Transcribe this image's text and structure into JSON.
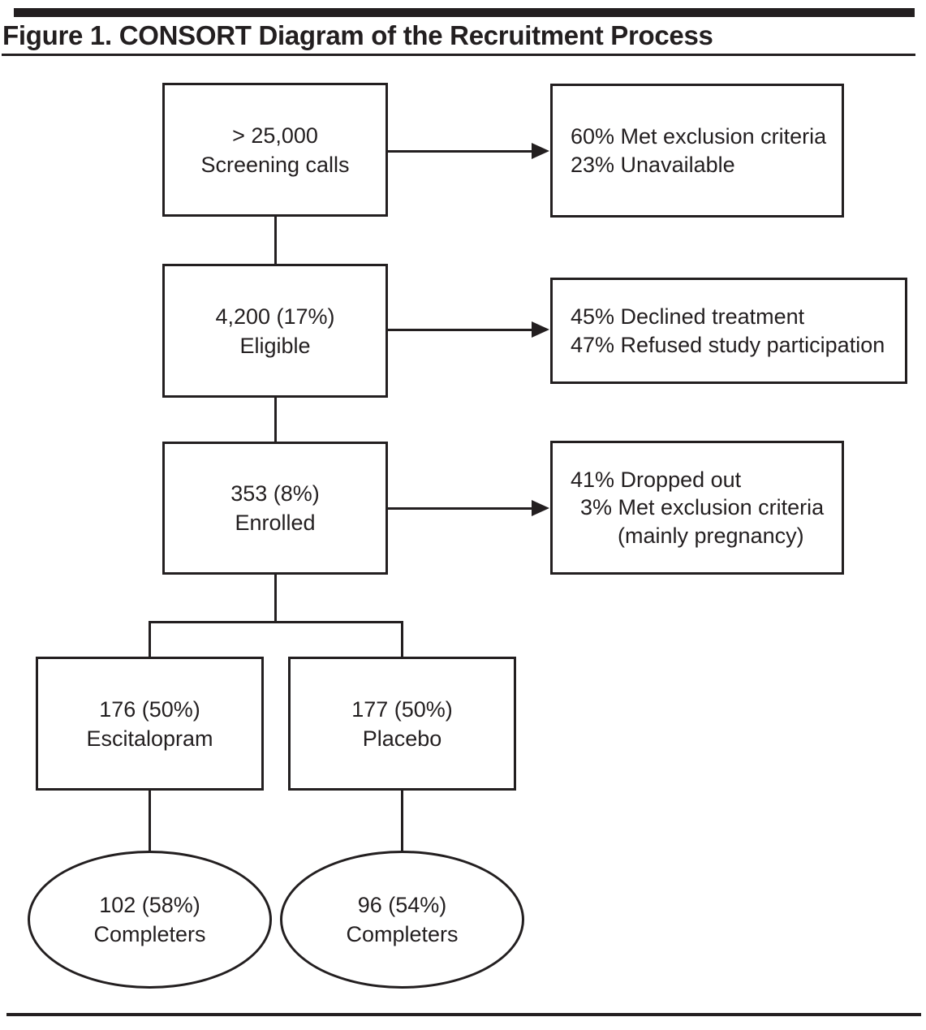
{
  "figure": {
    "title": "Figure 1. CONSORT Diagram of the Recruitment Process"
  },
  "flow": {
    "main_boxes": [
      {
        "value": "> 25,000",
        "label": "Screening calls"
      },
      {
        "value": "4,200 (17%)",
        "label": "Eligible"
      },
      {
        "value": "353 (8%)",
        "label": "Enrolled"
      }
    ],
    "side_boxes": [
      {
        "lines": [
          "60% Met exclusion criteria",
          "23% Unavailable"
        ]
      },
      {
        "lines": [
          "45% Declined treatment",
          "47% Refused study participation"
        ]
      },
      {
        "lines": [
          "41% Dropped out",
          "3% Met exclusion criteria",
          "(mainly pregnancy)"
        ]
      }
    ],
    "arm_boxes": [
      {
        "value": "176 (50%)",
        "label": "Escitalopram"
      },
      {
        "value": "177 (50%)",
        "label": "Placebo"
      }
    ],
    "completer_ellipses": [
      {
        "value": "102 (58%)",
        "label": "Completers"
      },
      {
        "value": "96 (54%)",
        "label": "Completers"
      }
    ]
  },
  "colors": {
    "ink": "#231f20",
    "background": "#ffffff"
  }
}
